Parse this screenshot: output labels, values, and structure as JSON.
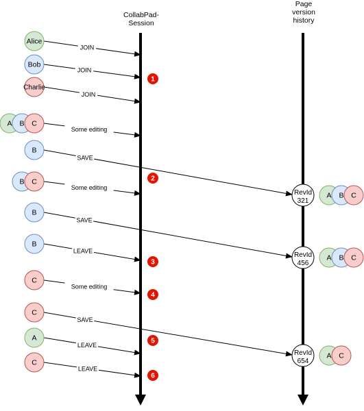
{
  "colors": {
    "green_fill": "#d5e8d4",
    "green_stroke": "#82b366",
    "blue_fill": "#dae8fc",
    "blue_stroke": "#6c8ebf",
    "red_fill": "#f8cecc",
    "red_stroke": "#b85450",
    "marker": "#e51400"
  },
  "lanes": {
    "session": {
      "title_line1": "CollabPad-",
      "title_line2": "Session"
    },
    "history": {
      "title_line1": "Page",
      "title_line2": "version",
      "title_line3": "history"
    }
  },
  "events": [
    {
      "participants": [
        {
          "label": "Alice",
          "color": "green"
        }
      ],
      "action": "JOIN"
    },
    {
      "participants": [
        {
          "label": "Bob",
          "color": "blue"
        }
      ],
      "action": "JOIN"
    },
    {
      "participants": [
        {
          "label": "Charlie",
          "color": "red"
        }
      ],
      "action": "JOIN"
    },
    {
      "participants": [
        {
          "label": "A",
          "color": "green"
        },
        {
          "label": "B",
          "color": "blue"
        },
        {
          "label": "C",
          "color": "red"
        }
      ],
      "action": "Some editing"
    },
    {
      "participants": [
        {
          "label": "B",
          "color": "blue"
        }
      ],
      "action": "SAVE"
    },
    {
      "participants": [
        {
          "label": "B",
          "color": "blue"
        },
        {
          "label": "C",
          "color": "red"
        }
      ],
      "action": "Some editing"
    },
    {
      "participants": [
        {
          "label": "B",
          "color": "blue"
        }
      ],
      "action": "SAVE"
    },
    {
      "participants": [
        {
          "label": "B",
          "color": "blue"
        }
      ],
      "action": "LEAVE"
    },
    {
      "participants": [
        {
          "label": "C",
          "color": "red"
        }
      ],
      "action": "Some editing"
    },
    {
      "participants": [
        {
          "label": "C",
          "color": "red"
        }
      ],
      "action": "SAVE"
    },
    {
      "participants": [
        {
          "label": "A",
          "color": "green"
        }
      ],
      "action": "LEAVE"
    },
    {
      "participants": [
        {
          "label": "C",
          "color": "red"
        }
      ],
      "action": "LEAVE"
    }
  ],
  "markers": [
    "1",
    "2",
    "3",
    "4",
    "5",
    "6"
  ],
  "revisions": [
    {
      "line1": "RevId",
      "line2": "321",
      "participants": [
        {
          "label": "A",
          "color": "green"
        },
        {
          "label": "B",
          "color": "blue"
        },
        {
          "label": "C",
          "color": "red"
        }
      ]
    },
    {
      "line1": "RevId",
      "line2": "456",
      "participants": [
        {
          "label": "A",
          "color": "green"
        },
        {
          "label": "B",
          "color": "blue"
        },
        {
          "label": "C",
          "color": "red"
        }
      ]
    },
    {
      "line1": "RevId",
      "line2": "654",
      "participants": [
        {
          "label": "A",
          "color": "green"
        },
        {
          "label": "C",
          "color": "red"
        }
      ]
    }
  ]
}
